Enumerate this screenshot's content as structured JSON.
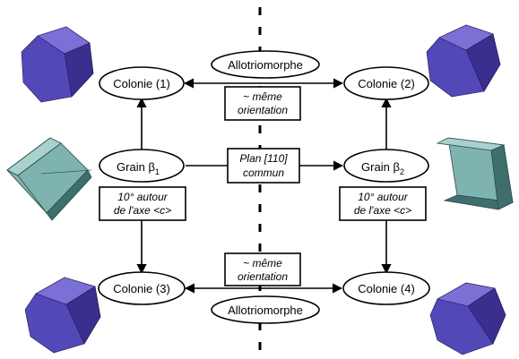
{
  "nodes": {
    "allotriomorphe_top": "Allotriomorphe",
    "allotriomorphe_bottom": "Allotriomorphe",
    "colonie_1": "Colonie (1)",
    "colonie_2": "Colonie (2)",
    "colonie_3": "Colonie (3)",
    "colonie_4": "Colonie (4)",
    "grain_beta1": {
      "prefix": "Grain β",
      "sub": "1"
    },
    "grain_beta2": {
      "prefix": "Grain β",
      "sub": "2"
    }
  },
  "boxes": {
    "meme_orientation_top": [
      "~ même",
      "orientation"
    ],
    "meme_orientation_bottom": [
      "~ même",
      "orientation"
    ],
    "plan_commun": [
      "Plan [110]",
      "commun"
    ],
    "rotation_left": [
      "10° autour",
      "de l'axe <c>"
    ],
    "rotation_right": [
      "10° autour",
      "de l'axe <c>"
    ]
  },
  "colors": {
    "hex_crystal_face": "#5348b8",
    "hex_crystal_dark": "#3a2f8e",
    "hex_crystal_light": "#7a70d6",
    "cube_face": "#7fb3b0",
    "cube_dark": "#3f6f6c",
    "cube_light": "#a9d2cf",
    "line": "#000000"
  }
}
